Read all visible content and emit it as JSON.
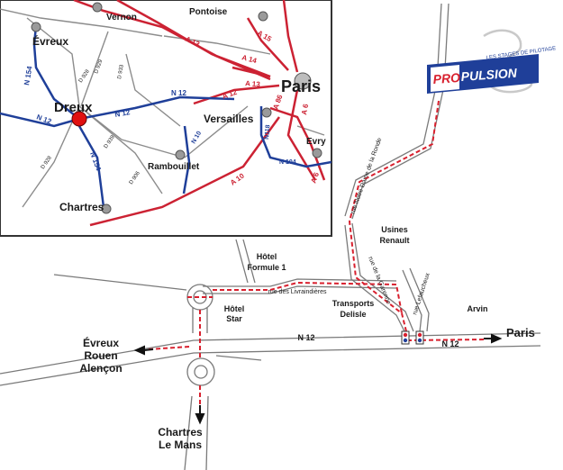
{
  "inset": {
    "cities": {
      "vernon": "Vernon",
      "pontoise": "Pontoise",
      "evreux": "Évreux",
      "paris": "Paris",
      "dreux": "Dreux",
      "versailles": "Versailles",
      "evry": "Evry",
      "rambouillet": "Rambouillet",
      "chartres": "Chartres"
    },
    "roads": {
      "a13_left": "A 13",
      "a15": "A 15",
      "a14": "A 14",
      "a13_mid": "A 13",
      "a12": "A 12",
      "a86": "A 86",
      "a6_top": "A 6",
      "a6_bottom": "A 6",
      "a10": "A 10",
      "n12_center": "N 12",
      "n12_left": "N 12",
      "n12_dreux": "N 12",
      "n154_top": "N 154",
      "n154_bottom": "N 154",
      "n10": "N 10",
      "n118": "N118",
      "n104": "N 104",
      "d928": "D 928",
      "d929": "D 929",
      "d933": "D 933",
      "d939": "D 939",
      "d906": "D 906",
      "d928b": "D 928"
    }
  },
  "detail": {
    "hotel_formule1": [
      "Hôtel",
      "Formule 1"
    ],
    "hotel_star": [
      "Hôtel",
      "Star"
    ],
    "transports_delisle": [
      "Transports",
      "Delisle"
    ],
    "usines_renault": [
      "Usines",
      "Renault"
    ],
    "arvin": "Arvin",
    "rue_livraindieres": "rue des Livraindières",
    "rue_notre_dame": "rue Notre Dame de la Ronde",
    "rue_garenne": "rue de la Garenne",
    "rue_lefaucheux": "rue Lefaucheux",
    "n12_main": "N 12",
    "n12_east": "N 12",
    "to_paris": "Paris",
    "to_west": [
      "Évreux",
      "Rouen",
      "Alençon"
    ],
    "to_south": [
      "Chartres",
      "Le Mans"
    ]
  },
  "logo": {
    "tagline": "LES STAGES DE PILOTAGE",
    "brand_left": "PRO",
    "brand_right": "PULSION"
  },
  "colors": {
    "motorway": "#cc2233",
    "national": "#1f3f99",
    "local": "#8a8a8a",
    "route": "#d8202e",
    "dreux_dot": "#e01010",
    "logo_red": "#d8202e",
    "logo_blue": "#1f3f99"
  }
}
